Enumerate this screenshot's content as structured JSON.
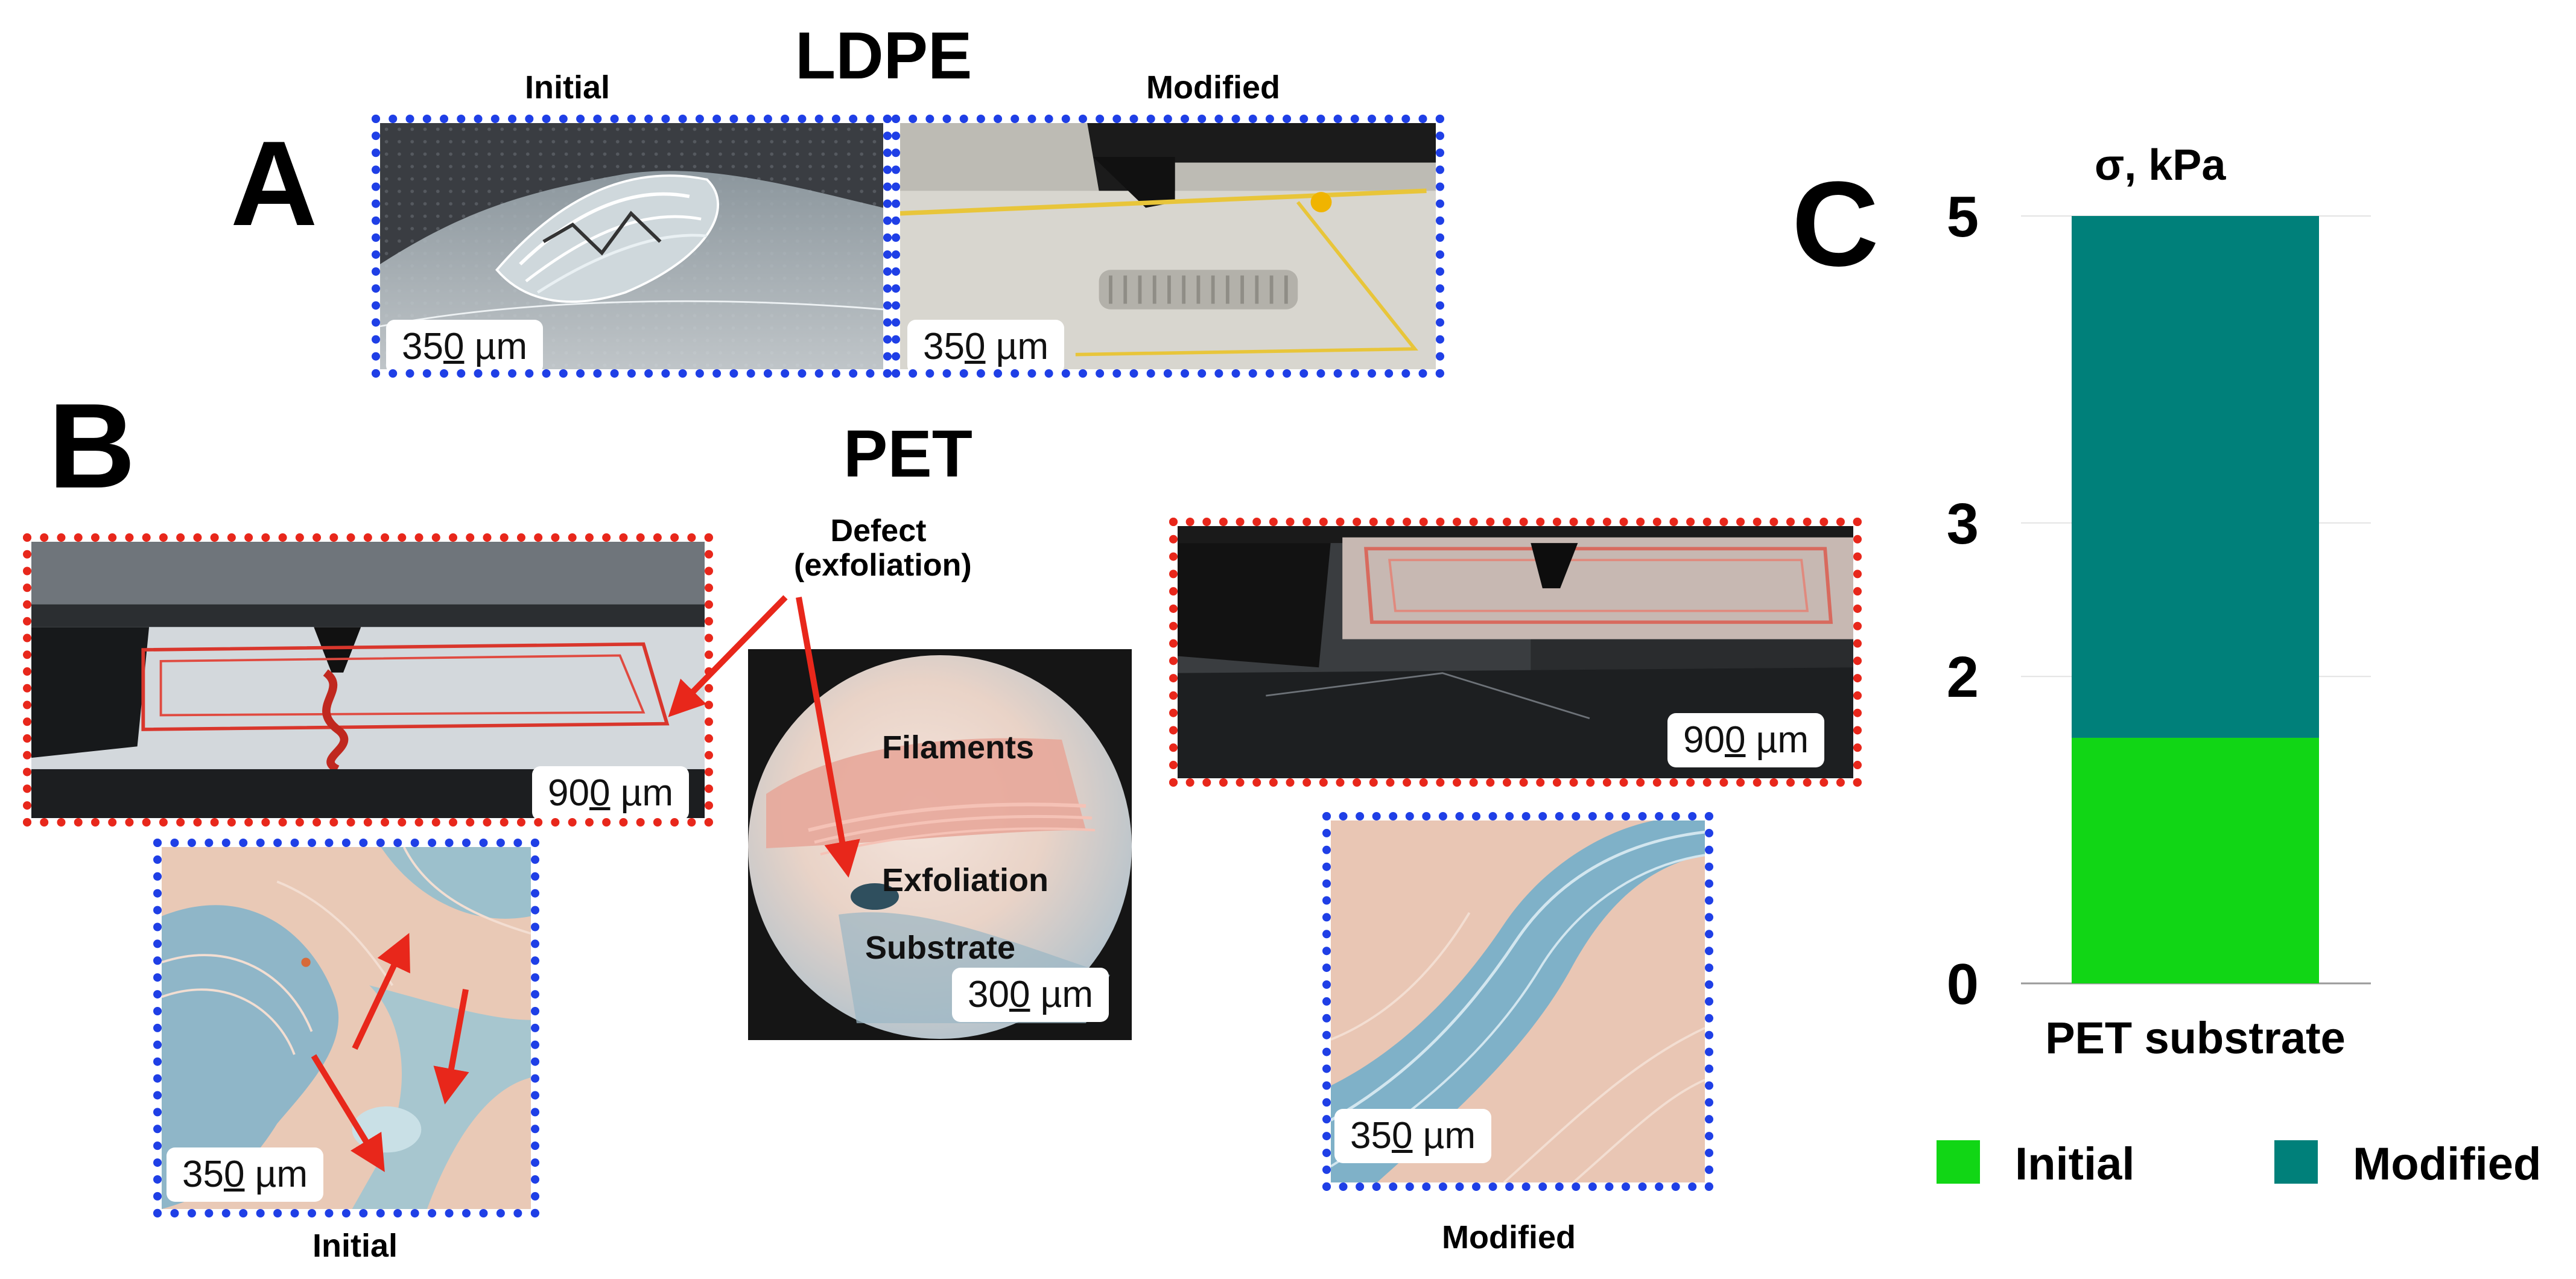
{
  "panel_a": {
    "letter": "A",
    "title": "LDPE",
    "initial_label": "Initial",
    "modified_label": "Modified",
    "scale_initial": {
      "num": "35",
      "u": "0",
      "unit": " µm"
    },
    "scale_modified": {
      "num": "35",
      "u": "0",
      "unit": " µm"
    }
  },
  "panel_b": {
    "letter": "B",
    "title": "PET",
    "defect_line1": "Defect",
    "defect_line2": "(exfoliation)",
    "scale_print_initial": {
      "num": "90",
      "u": "0",
      "unit": " µm"
    },
    "scale_print_modified": {
      "num": "90",
      "u": "0",
      "unit": " µm"
    },
    "scale_micro_initial": {
      "num": "35",
      "u": "0",
      "unit": " µm"
    },
    "scale_micro_modified": {
      "num": "35",
      "u": "0",
      "unit": " µm"
    },
    "scale_circle": {
      "num": "30",
      "u": "0",
      "unit": " µm"
    },
    "circle_labels": {
      "filaments": "Filaments",
      "exfoliation": "Exfoliation",
      "substrate": "Substrate"
    },
    "initial_label": "Initial",
    "modified_label": "Modified"
  },
  "panel_c": {
    "letter": "C"
  },
  "colors": {
    "initial": "#11d615",
    "modified": "#00807a",
    "blue_frame": "#1f3fe6",
    "red_frame": "#e8271b",
    "arrow": "#e8271b"
  },
  "chart_data": {
    "type": "bar",
    "stacked": true,
    "title": "σ, kPa",
    "categories": [
      "PET substrate"
    ],
    "series": [
      {
        "name": "Initial",
        "values": [
          1.6
        ]
      },
      {
        "name": "Modified",
        "values": [
          3.4
        ]
      }
    ],
    "ylim": [
      0,
      5
    ],
    "yticks": [
      "0",
      "2",
      "3",
      "5"
    ],
    "ytick_values": [
      0,
      2,
      3,
      5
    ],
    "xlabel": "PET substrate",
    "ylabel": "",
    "grid": true,
    "legend": "bottom"
  }
}
